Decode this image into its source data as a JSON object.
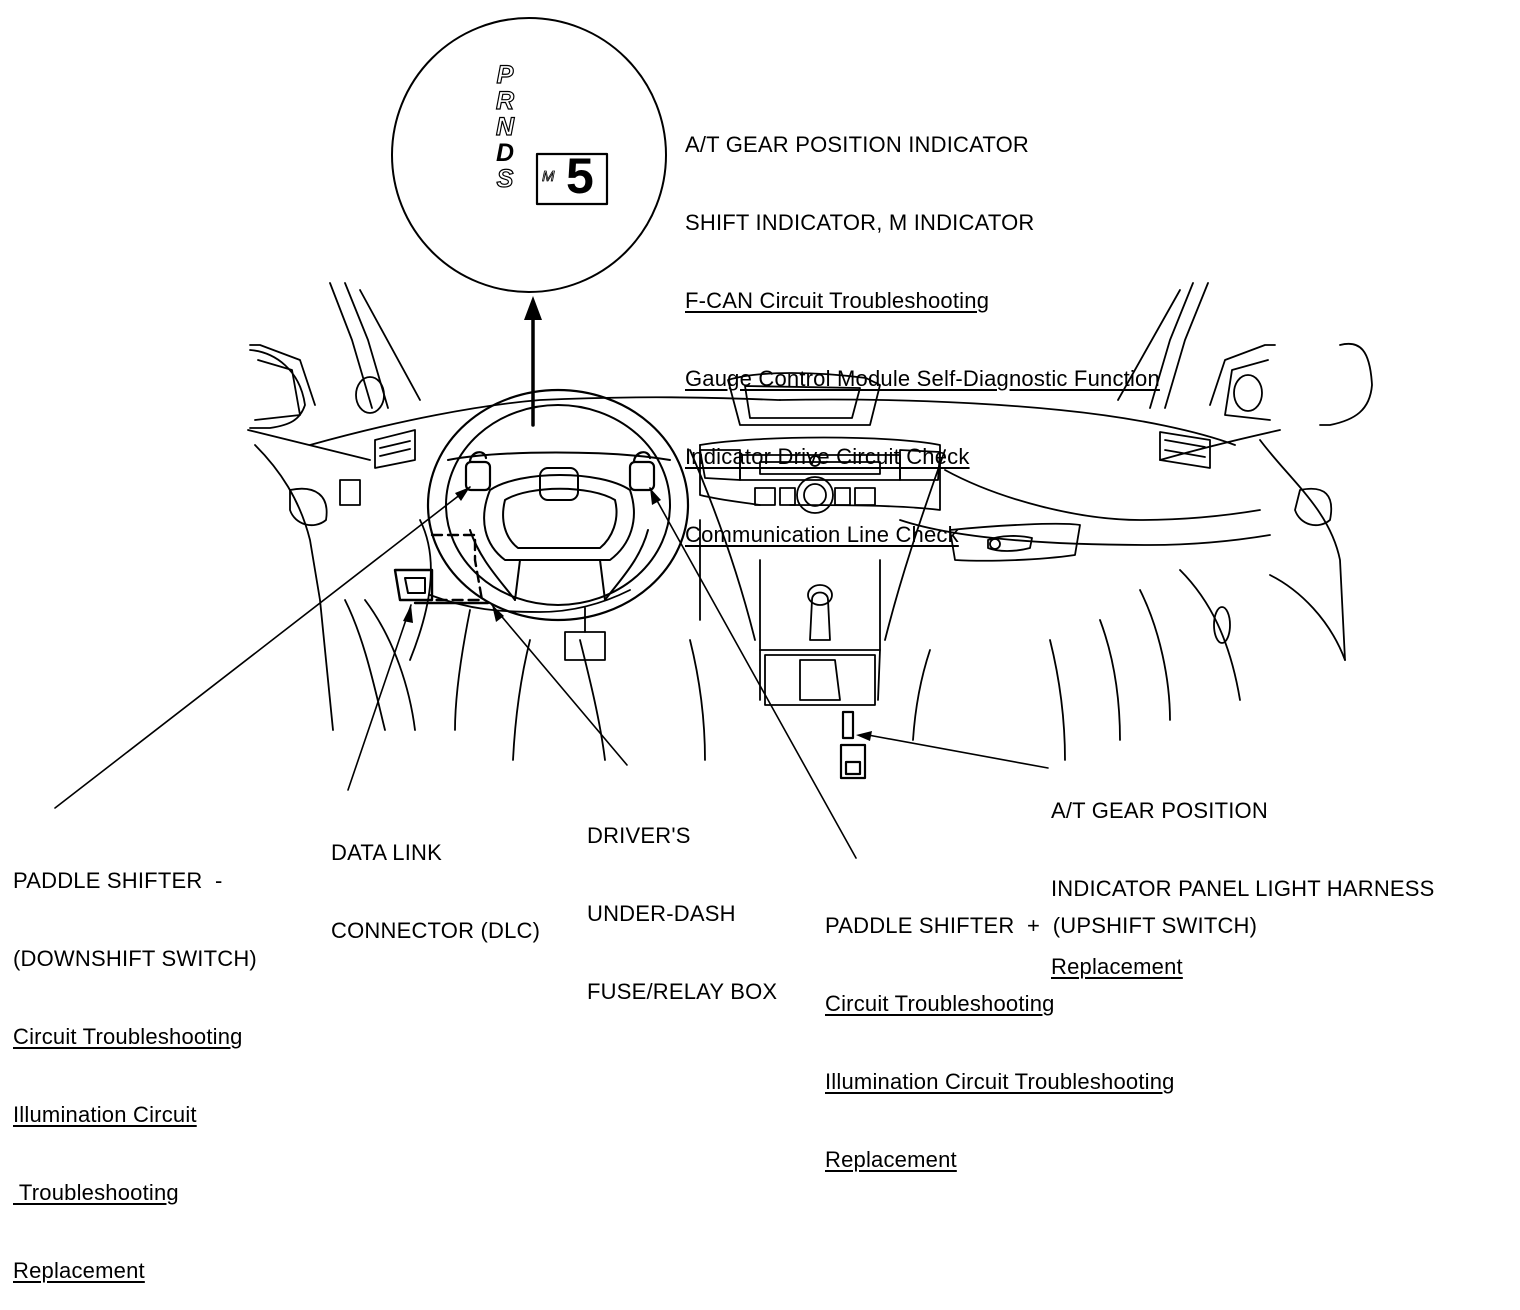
{
  "zoom_inset": {
    "gear_letters": [
      "P",
      "R",
      "N",
      "D",
      "S"
    ],
    "m_label": "M",
    "digit": "5"
  },
  "callouts": {
    "gear_indicator": {
      "headings": [
        "A/T GEAR POSITION INDICATOR",
        "SHIFT INDICATOR, M INDICATOR"
      ],
      "links": [
        "F-CAN Circuit Troubleshooting",
        "Gauge Control Module Self-Diagnostic Function",
        "Indicator Drive Circuit Check",
        "Communication Line Check"
      ]
    },
    "panel_light_harness": {
      "headings": [
        "A/T GEAR POSITION",
        "INDICATOR PANEL LIGHT HARNESS"
      ],
      "links": [
        "Replacement"
      ]
    },
    "data_link_connector": {
      "headings": [
        "DATA LINK",
        "CONNECTOR (DLC)"
      ]
    },
    "fuse_box": {
      "headings": [
        "DRIVER'S",
        "UNDER-DASH",
        "FUSE/RELAY BOX"
      ]
    },
    "paddle_downshift": {
      "headings": [
        "PADDLE SHIFTER  -",
        "(DOWNSHIFT SWITCH)"
      ],
      "links": [
        "Circuit Troubleshooting",
        "Illumination Circuit",
        " Troubleshooting",
        "Replacement"
      ]
    },
    "paddle_upshift": {
      "headings": [
        "PADDLE SHIFTER  +  (UPSHIFT SWITCH)"
      ],
      "links": [
        "Circuit Troubleshooting",
        "Illumination Circuit Troubleshooting",
        "Replacement"
      ]
    }
  }
}
